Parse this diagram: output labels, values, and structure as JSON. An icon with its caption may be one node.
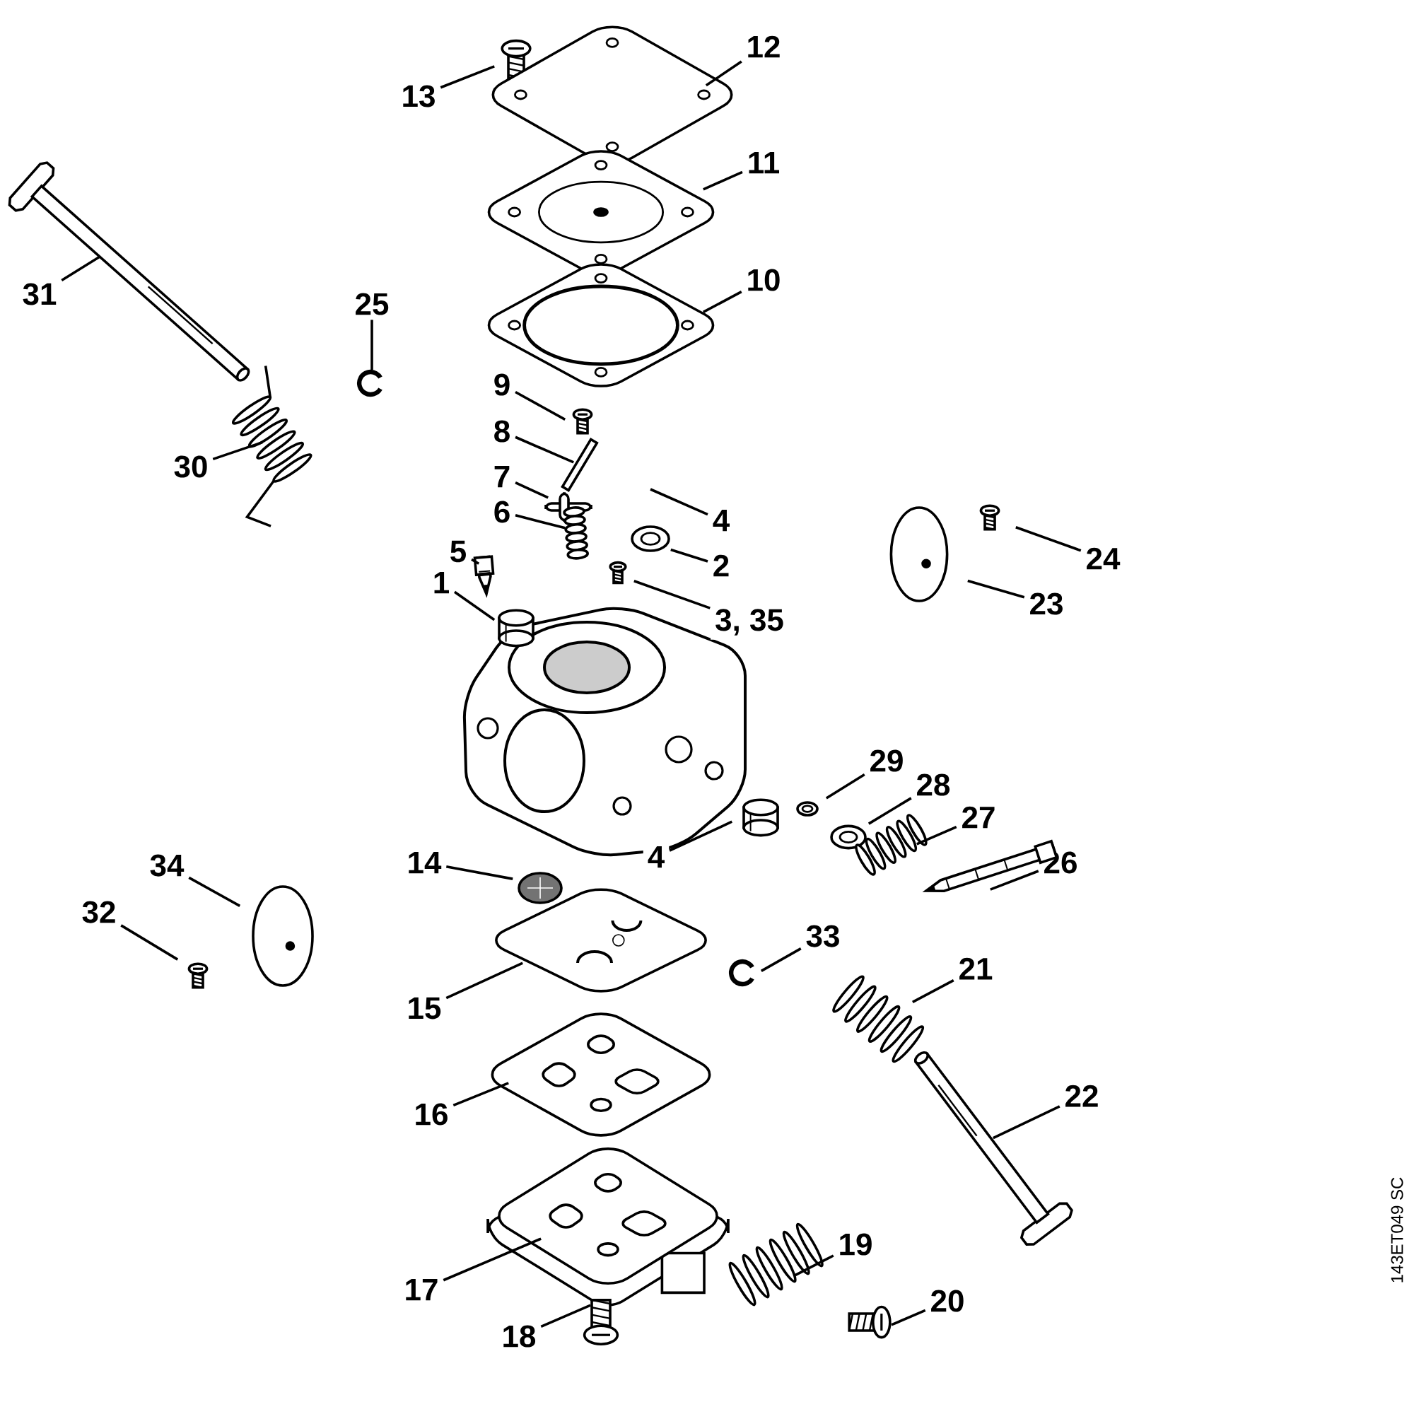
{
  "diagram": {
    "nodes": [
      {
        "text": [
          "13"
        ]
      },
      {
        "text": [],
        "shape": "picture"
      },
      {
        "text": [
          "12"
        ]
      },
      {
        "text": [],
        "shape": "picture"
      },
      {
        "text": [
          "11"
        ]
      },
      {
        "text": [],
        "shape": "picture"
      },
      {
        "text": [
          "10"
        ]
      },
      {
        "text": [],
        "shape": "picture"
      },
      {
        "text": [
          "31"
        ]
      },
      {
        "text": [],
        "shape": "picture"
      },
      {
        "text": [
          "25"
        ]
      },
      {
        "text": [],
        "shape": "picture"
      },
      {
        "text": [
          "9"
        ]
      },
      {
        "text": [],
        "shape": "picture"
      },
      {
        "text": [
          "8"
        ]
      },
      {
        "text": [],
        "shape": "picture"
      },
      {
        "text": [
          "7"
        ]
      },
      {
        "text": [],
        "shape": "picture"
      },
      {
        "text": [
          "4"
        ]
      },
      {
        "text": [
          "6"
        ]
      },
      {
        "text": [],
        "shape": "picture"
      },
      {
        "text": [
          "2"
        ]
      },
      {
        "text": [],
        "shape": "picture"
      },
      {
        "text": [
          "5"
        ]
      },
      {
        "text": [],
        "shape": "picture"
      },
      {
        "text": [
          "1"
        ]
      },
      {
        "text": [],
        "shape": "cylinder"
      },
      {
        "text": [
          "3, 35"
        ]
      },
      {
        "text": [],
        "shape": "picture"
      },
      {
        "text": [
          "30"
        ]
      },
      {
        "text": [],
        "shape": "picture"
      },
      {
        "text": [
          "24"
        ]
      },
      {
        "text": [],
        "shape": "picture"
      },
      {
        "text": [
          "23"
        ]
      },
      {
        "text": [],
        "shape": "picture"
      },
      {
        "text": [
          "29"
        ]
      },
      {
        "text": [],
        "shape": "picture"
      },
      {
        "text": [
          "28"
        ]
      },
      {
        "text": [],
        "shape": "picture"
      },
      {
        "text": [
          "27"
        ]
      },
      {
        "text": [],
        "shape": "picture"
      },
      {
        "text": [
          "26"
        ]
      },
      {
        "text": [],
        "shape": "picture"
      },
      {
        "text": [
          "4"
        ]
      },
      {
        "text": [],
        "shape": "cylinder"
      },
      {
        "text": [
          "14"
        ]
      },
      {
        "text": [],
        "shape": "picture"
      },
      {
        "text": [
          "34"
        ]
      },
      {
        "text": [],
        "shape": "picture"
      },
      {
        "text": [
          "32"
        ]
      },
      {
        "text": [],
        "shape": "picture"
      },
      {
        "text": [
          "33"
        ]
      },
      {
        "text": [],
        "shape": "picture"
      },
      {
        "text": [
          "15"
        ]
      },
      {
        "text": [],
        "shape": "picture"
      },
      {
        "text": [
          "21"
        ]
      },
      {
        "text": [],
        "shape": "picture"
      },
      {
        "text": [
          "16"
        ]
      },
      {
        "text": [],
        "shape": "picture"
      },
      {
        "text": [
          "22"
        ]
      },
      {
        "text": [],
        "shape": "picture"
      },
      {
        "text": [
          "17"
        ]
      },
      {
        "text": [],
        "shape": "picture"
      },
      {
        "text": [
          "19"
        ]
      },
      {
        "text": [],
        "shape": "picture"
      },
      {
        "text": [
          "20"
        ]
      },
      {
        "text": [],
        "shape": "picture"
      },
      {
        "text": [
          "18"
        ]
      },
      {
        "text": [],
        "shape": "picture"
      }
    ],
    "edges": [
      {
        "from": 0,
        "to": 1,
        "arrow": "none"
      },
      {
        "from": 2,
        "to": 3,
        "arrow": "none"
      },
      {
        "from": 4,
        "to": 5,
        "arrow": "none"
      },
      {
        "from": 6,
        "to": 7,
        "arrow": "none"
      },
      {
        "from": 8,
        "to": 9,
        "arrow": "none"
      },
      {
        "from": 10,
        "to": 11,
        "arrow": "none"
      },
      {
        "from": 12,
        "to": 13,
        "arrow": "none"
      },
      {
        "from": 14,
        "to": 15,
        "arrow": "none"
      },
      {
        "from": 16,
        "to": 17,
        "arrow": "none"
      },
      {
        "from": 18,
        "to": null,
        "arrow": "none"
      },
      {
        "from": 19,
        "to": 20,
        "arrow": "none"
      },
      {
        "from": 21,
        "to": 22,
        "arrow": "none"
      },
      {
        "from": 23,
        "to": 24,
        "arrow": "none"
      },
      {
        "from": 25,
        "to": 26,
        "arrow": "none"
      },
      {
        "from": 27,
        "to": 28,
        "arrow": "none"
      },
      {
        "from": 29,
        "to": 30,
        "arrow": "none"
      },
      {
        "from": 31,
        "to": 32,
        "arrow": "none"
      },
      {
        "from": 33,
        "to": 34,
        "arrow": "none"
      },
      {
        "from": 35,
        "to": 36,
        "arrow": "none"
      },
      {
        "from": 37,
        "to": 38,
        "arrow": "none"
      },
      {
        "from": 39,
        "to": 40,
        "arrow": "none"
      },
      {
        "from": 41,
        "to": 42,
        "arrow": "none"
      },
      {
        "from": 43,
        "to": 44,
        "arrow": "none"
      },
      {
        "from": 45,
        "to": 46,
        "arrow": "none"
      },
      {
        "from": 47,
        "to": 48,
        "arrow": "none"
      },
      {
        "from": 49,
        "to": 50,
        "arrow": "none"
      },
      {
        "from": 51,
        "to": 52,
        "arrow": "none"
      },
      {
        "from": 53,
        "to": 54,
        "arrow": "none"
      },
      {
        "from": 55,
        "to": 56,
        "arrow": "none"
      },
      {
        "from": 57,
        "to": 58,
        "arrow": "none"
      },
      {
        "from": 59,
        "to": 60,
        "arrow": "none"
      },
      {
        "from": 61,
        "to": 62,
        "arrow": "none"
      },
      {
        "from": 63,
        "to": 64,
        "arrow": "none"
      },
      {
        "from": 65,
        "to": 66,
        "arrow": "none"
      },
      {
        "from": 67,
        "to": 68,
        "arrow": "none"
      }
    ],
    "labels": [
      "143ET049 SC"
    ]
  }
}
